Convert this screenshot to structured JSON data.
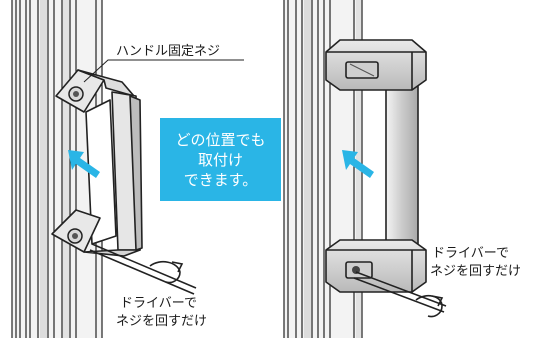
{
  "callout_handle_screw": "ハンドル固定ネジ",
  "badge_lines": [
    "どの位置でも",
    "取付け",
    "できます。"
  ],
  "left_caption": [
    "ドライバーで",
    "ネジを回すだけ"
  ],
  "right_caption": [
    "ドライバーで",
    "ネジを回すだけ"
  ],
  "colors": {
    "accent": "#2ab5e6",
    "rail": "#f2f2f2",
    "handle": "#ececec",
    "outline": "#222222"
  }
}
